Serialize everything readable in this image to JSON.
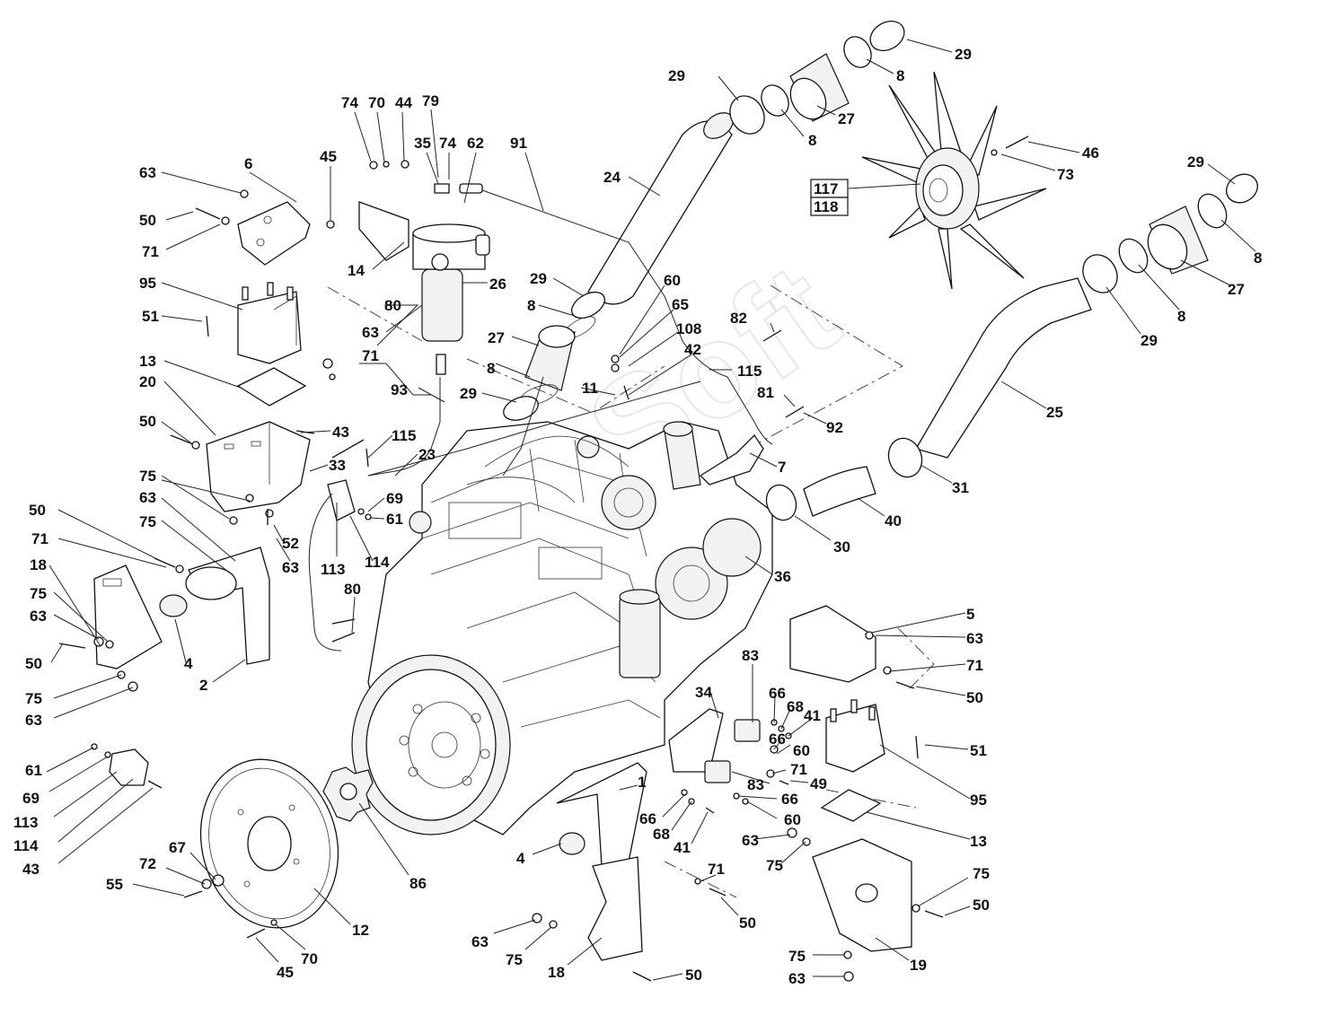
{
  "labels": [
    {
      "id": "l1",
      "text": "29"
    },
    {
      "id": "l2",
      "text": "8"
    },
    {
      "id": "l3",
      "text": "29"
    },
    {
      "id": "l4",
      "text": "8"
    },
    {
      "id": "l5",
      "text": "27"
    },
    {
      "id": "l6",
      "text": "46"
    },
    {
      "id": "l7",
      "text": "73"
    },
    {
      "id": "l8",
      "text": "117"
    },
    {
      "id": "l9",
      "text": "118"
    },
    {
      "id": "l10",
      "text": "29"
    },
    {
      "id": "l11",
      "text": "8"
    },
    {
      "id": "l12",
      "text": "27"
    },
    {
      "id": "l13",
      "text": "8"
    },
    {
      "id": "l14",
      "text": "29"
    },
    {
      "id": "l15",
      "text": "25"
    },
    {
      "id": "l16",
      "text": "31"
    },
    {
      "id": "l17",
      "text": "40"
    },
    {
      "id": "l18",
      "text": "30"
    },
    {
      "id": "l19",
      "text": "36"
    },
    {
      "id": "l20",
      "text": "7"
    },
    {
      "id": "l21",
      "text": "92"
    },
    {
      "id": "l22",
      "text": "81"
    },
    {
      "id": "l23",
      "text": "115"
    },
    {
      "id": "l24",
      "text": "42"
    },
    {
      "id": "l25",
      "text": "108"
    },
    {
      "id": "l26",
      "text": "82"
    },
    {
      "id": "l27",
      "text": "65"
    },
    {
      "id": "l28",
      "text": "60"
    },
    {
      "id": "l29",
      "text": "24"
    },
    {
      "id": "l30",
      "text": "91"
    },
    {
      "id": "l31",
      "text": "74"
    },
    {
      "id": "l32",
      "text": "70"
    },
    {
      "id": "l33",
      "text": "44"
    },
    {
      "id": "l34",
      "text": "79"
    },
    {
      "id": "l35",
      "text": "35"
    },
    {
      "id": "l36",
      "text": "74"
    },
    {
      "id": "l37",
      "text": "62"
    },
    {
      "id": "l38",
      "text": "45"
    },
    {
      "id": "l39",
      "text": "6"
    },
    {
      "id": "l40",
      "text": "63"
    },
    {
      "id": "l41",
      "text": "50"
    },
    {
      "id": "l42",
      "text": "71"
    },
    {
      "id": "l43",
      "text": "14"
    },
    {
      "id": "l44",
      "text": "26"
    },
    {
      "id": "l45",
      "text": "29"
    },
    {
      "id": "l46",
      "text": "8"
    },
    {
      "id": "l47",
      "text": "27"
    },
    {
      "id": "l48",
      "text": "8"
    },
    {
      "id": "l49",
      "text": "29"
    },
    {
      "id": "l50",
      "text": "11"
    },
    {
      "id": "l51",
      "text": "95"
    },
    {
      "id": "l52",
      "text": "51"
    },
    {
      "id": "l53",
      "text": "80"
    },
    {
      "id": "l54",
      "text": "63"
    },
    {
      "id": "l55",
      "text": "71"
    },
    {
      "id": "l56",
      "text": "13"
    },
    {
      "id": "l57",
      "text": "20"
    },
    {
      "id": "l58",
      "text": "93"
    },
    {
      "id": "l59",
      "text": "50"
    },
    {
      "id": "l60",
      "text": "43"
    },
    {
      "id": "l61",
      "text": "115"
    },
    {
      "id": "l62",
      "text": "23"
    },
    {
      "id": "l63",
      "text": "75"
    },
    {
      "id": "l64",
      "text": "33"
    },
    {
      "id": "l65",
      "text": "63"
    },
    {
      "id": "l66",
      "text": "69"
    },
    {
      "id": "l67",
      "text": "61"
    },
    {
      "id": "l68",
      "text": "50"
    },
    {
      "id": "l69",
      "text": "75"
    },
    {
      "id": "l70",
      "text": "52"
    },
    {
      "id": "l71",
      "text": "63"
    },
    {
      "id": "l72",
      "text": "113"
    },
    {
      "id": "l73",
      "text": "114"
    },
    {
      "id": "l74",
      "text": "71"
    },
    {
      "id": "l75",
      "text": "18"
    },
    {
      "id": "l76",
      "text": "75"
    },
    {
      "id": "l77",
      "text": "63"
    },
    {
      "id": "l78",
      "text": "50"
    },
    {
      "id": "l79",
      "text": "4"
    },
    {
      "id": "l80",
      "text": "2"
    },
    {
      "id": "l81",
      "text": "80"
    },
    {
      "id": "l82",
      "text": "75"
    },
    {
      "id": "l83",
      "text": "63"
    },
    {
      "id": "l84",
      "text": "5"
    },
    {
      "id": "l85",
      "text": "63"
    },
    {
      "id": "l86",
      "text": "71"
    },
    {
      "id": "l87",
      "text": "50"
    },
    {
      "id": "l88",
      "text": "83"
    },
    {
      "id": "l89",
      "text": "34"
    },
    {
      "id": "l90",
      "text": "66"
    },
    {
      "id": "l91",
      "text": "68"
    },
    {
      "id": "l92",
      "text": "41"
    },
    {
      "id": "l93",
      "text": "66"
    },
    {
      "id": "l94",
      "text": "60"
    },
    {
      "id": "l95",
      "text": "51"
    },
    {
      "id": "l96",
      "text": "71"
    },
    {
      "id": "l97",
      "text": "49"
    },
    {
      "id": "l98",
      "text": "83"
    },
    {
      "id": "l99",
      "text": "95"
    },
    {
      "id": "l100",
      "text": "66"
    },
    {
      "id": "l101",
      "text": "60"
    },
    {
      "id": "l102",
      "text": "1"
    },
    {
      "id": "l103",
      "text": "66"
    },
    {
      "id": "l104",
      "text": "68"
    },
    {
      "id": "l105",
      "text": "41"
    },
    {
      "id": "l106",
      "text": "13"
    },
    {
      "id": "l107",
      "text": "63"
    },
    {
      "id": "l108",
      "text": "75"
    },
    {
      "id": "l109",
      "text": "61"
    },
    {
      "id": "l110",
      "text": "69"
    },
    {
      "id": "l111",
      "text": "113"
    },
    {
      "id": "l112",
      "text": "114"
    },
    {
      "id": "l113",
      "text": "43"
    },
    {
      "id": "l114",
      "text": "67"
    },
    {
      "id": "l115",
      "text": "72"
    },
    {
      "id": "l116",
      "text": "55"
    },
    {
      "id": "l117",
      "text": "86"
    },
    {
      "id": "l118",
      "text": "12"
    },
    {
      "id": "l119",
      "text": "45"
    },
    {
      "id": "l120",
      "text": "70"
    },
    {
      "id": "l121",
      "text": "4"
    },
    {
      "id": "l122",
      "text": "71"
    },
    {
      "id": "l123",
      "text": "50"
    },
    {
      "id": "l124",
      "text": "75"
    },
    {
      "id": "l125",
      "text": "50"
    },
    {
      "id": "l126",
      "text": "63"
    },
    {
      "id": "l127",
      "text": "75"
    },
    {
      "id": "l128",
      "text": "18"
    },
    {
      "id": "l129",
      "text": "50"
    },
    {
      "id": "l130",
      "text": "75"
    },
    {
      "id": "l131",
      "text": "63"
    },
    {
      "id": "l132",
      "text": "19"
    }
  ]
}
